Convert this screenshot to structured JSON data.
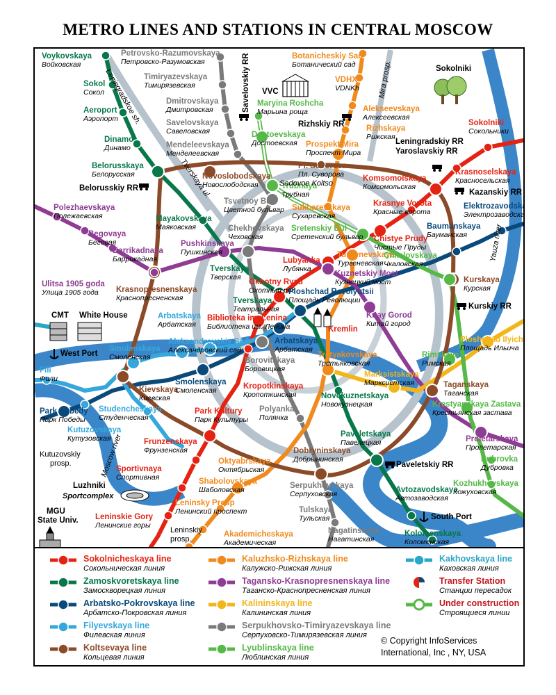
{
  "title": "METRO LINES AND STATIONS IN CENTRAL MOSCOW",
  "colors": {
    "sokolnicheskaya": "#e42313",
    "zamoskvoretskaya": "#08774a",
    "arbatsko_pokrovskaya": "#0a4a7a",
    "filyevskaya": "#35a7dc",
    "koltsevaya": "#8b4a28",
    "kaluzhsko_rizhskaya": "#f08a1d",
    "tagansko_krasnopresnenskaya": "#8e3c94",
    "kalininskaya": "#f2b51a",
    "serpukhovsko_timiryazevskaya": "#7a7a7a",
    "lyublinskaya": "#55b847",
    "kakhovskaya": "#2aa7c8",
    "river": "#3b86c9",
    "garden_ring": "#b6c2cc",
    "boulevard_ring": "#c8d0d8"
  },
  "stations": [
    {
      "en": "Voykovskaya",
      "ru": "Войковская",
      "line": "zamoskvoretskaya"
    },
    {
      "en": "Sokol",
      "ru": "Сокол",
      "line": "zamoskvoretskaya"
    },
    {
      "en": "Aeroport",
      "ru": "Аэропорт",
      "line": "zamoskvoretskaya"
    },
    {
      "en": "Dinamo",
      "ru": "Динамо",
      "line": "zamoskvoretskaya"
    },
    {
      "en": "Belorusskaya",
      "ru": "Белорусская",
      "line": "zamoskvoretskaya"
    },
    {
      "en": "Mayakovskaya",
      "ru": "Маяковская",
      "line": "zamoskvoretskaya"
    },
    {
      "en": "Tverskaya",
      "ru": "Тверская",
      "line": "zamoskvoretskaya"
    },
    {
      "en": "Tverskaya",
      "ru": "Театральная",
      "line": "zamoskvoretskaya"
    },
    {
      "en": "Novokuznetskaya",
      "ru": "Новокузнецкая",
      "line": "zamoskvoretskaya"
    },
    {
      "en": "Paveletskaya",
      "ru": "Павелецкая",
      "line": "zamoskvoretskaya"
    },
    {
      "en": "Avtozavodskaya",
      "ru": "Автозаводская",
      "line": "zamoskvoretskaya"
    },
    {
      "en": "Kolomenskaya",
      "ru": "Коломенская",
      "line": "zamoskvoretskaya"
    },
    {
      "en": "Petrovsko-Razumovskaya",
      "ru": "Петровско-Разумовская",
      "line": "serpukhovsko_timiryazevskaya"
    },
    {
      "en": "Timiryazevskaya",
      "ru": "Тимирязевская",
      "line": "serpukhovsko_timiryazevskaya"
    },
    {
      "en": "Dmitrovskaya",
      "ru": "Дмитровская",
      "line": "serpukhovsko_timiryazevskaya"
    },
    {
      "en": "Savelovskaya",
      "ru": "Савеловская",
      "line": "serpukhovsko_timiryazevskaya"
    },
    {
      "en": "Mendeleevskaya",
      "ru": "Менделеевская",
      "line": "serpukhovsko_timiryazevskaya"
    },
    {
      "en": "Tsvetnoy Bul",
      "ru": "Цветной бульвар",
      "line": "serpukhovsko_timiryazevskaya"
    },
    {
      "en": "Chekhovskaya",
      "ru": "Чеховская",
      "line": "serpukhovsko_timiryazevskaya"
    },
    {
      "en": "Borovitskaya",
      "ru": "Боровицкая",
      "line": "serpukhovsko_timiryazevskaya"
    },
    {
      "en": "Polyanka",
      "ru": "Полянка",
      "line": "serpukhovsko_timiryazevskaya"
    },
    {
      "en": "Serpukhovskaya",
      "ru": "Серпуховская",
      "line": "serpukhovsko_timiryazevskaya"
    },
    {
      "en": "Tulskaya",
      "ru": "Тульская",
      "line": "serpukhovsko_timiryazevskaya"
    },
    {
      "en": "Nagatinskaya",
      "ru": "Нагатинская",
      "line": "serpukhovsko_timiryazevskaya"
    },
    {
      "en": "Botanicheskiy Sad",
      "ru": "Ботанический сад",
      "line": "kaluzhsko_rizhskaya"
    },
    {
      "en": "VDHX",
      "ru": "VDNKh",
      "line": "kaluzhsko_rizhskaya"
    },
    {
      "en": "Alekseevskaya",
      "ru": "Алексеевская",
      "line": "kaluzhsko_rizhskaya"
    },
    {
      "en": "Rizhskaya",
      "ru": "Рижская",
      "line": "kaluzhsko_rizhskaya"
    },
    {
      "en": "Prospekt Mira",
      "ru": "Проспект Мира",
      "line": "kaluzhsko_rizhskaya"
    },
    {
      "en": "Sukharevskaya",
      "ru": "Сухаревская",
      "line": "kaluzhsko_rizhskaya"
    },
    {
      "en": "Turgenevskaya",
      "ru": "Тургеневская",
      "line": "kaluzhsko_rizhskaya"
    },
    {
      "en": "Tretyakovskaya",
      "ru": "Третьяковская",
      "line": "kaluzhsko_rizhskaya"
    },
    {
      "en": "Oktyabrskaya",
      "ru": "Октябрьская",
      "line": "kaluzhsko_rizhskaya"
    },
    {
      "en": "Shabolovskaya",
      "ru": "Шаболовская",
      "line": "kaluzhsko_rizhskaya"
    },
    {
      "en": "Leninsky Prosp",
      "ru": "Ленинский проспект",
      "line": "kaluzhsko_rizhskaya"
    },
    {
      "en": "Akademicheskaya",
      "ru": "Академическая",
      "line": "kaluzhsko_rizhskaya"
    },
    {
      "en": "Sokolniki",
      "ru": "Сокольники",
      "line": "sokolnicheskaya"
    },
    {
      "en": "Krasnoselskaya",
      "ru": "Красносельская",
      "line": "sokolnicheskaya"
    },
    {
      "en": "Komsomolskaya",
      "ru": "Комсомольская",
      "line": "sokolnicheskaya"
    },
    {
      "en": "Krasnye Vorota",
      "ru": "Красные ворота",
      "line": "sokolnicheskaya"
    },
    {
      "en": "Chistye Prudy",
      "ru": "Чистые Пруды",
      "line": "sokolnicheskaya"
    },
    {
      "en": "Lubyanka",
      "ru": "Лубянка",
      "line": "sokolnicheskaya"
    },
    {
      "en": "Okhotny Ryad",
      "ru": "Охотный ряд",
      "line": "sokolnicheskaya"
    },
    {
      "en": "Biblioteka im. Lenina",
      "ru": "Библиотека им. Ленина",
      "line": "sokolnicheskaya"
    },
    {
      "en": "Kropotkinskaya",
      "ru": "Кропоткинская",
      "line": "sokolnicheskaya"
    },
    {
      "en": "Park Kultury",
      "ru": "Парк Культуры",
      "line": "sokolnicheskaya"
    },
    {
      "en": "Frunzenskaya",
      "ru": "Фрунзенская",
      "line": "sokolnicheskaya"
    },
    {
      "en": "Sportivnaya",
      "ru": "Спортивная",
      "line": "sokolnicheskaya"
    },
    {
      "en": "Leninskie Gory",
      "ru": "Ленинские горы",
      "line": "sokolnicheskaya"
    },
    {
      "en": "Novoslobodskaya",
      "ru": "Новослободская",
      "line": "koltsevaya"
    },
    {
      "en": "Pl. Suvorova",
      "ru": "Пл. Суворова",
      "line": "koltsevaya"
    },
    {
      "en": "Kurskaya",
      "ru": "Курская",
      "line": "koltsevaya"
    },
    {
      "en": "Taganskaya",
      "ru": "Таганская",
      "line": "koltsevaya"
    },
    {
      "en": "Dobryninskaya",
      "ru": "Добрынинская",
      "line": "koltsevaya"
    },
    {
      "en": "Kievskaya",
      "ru": "Киевская",
      "line": "koltsevaya"
    },
    {
      "en": "Krasnopresnenskaya",
      "ru": "Краснопресненская",
      "line": "koltsevaya"
    },
    {
      "en": "Polezhaevskaya",
      "ru": "Полежаевская",
      "line": "tagansko_krasnopresnenskaya"
    },
    {
      "en": "Begovaya",
      "ru": "Беговая",
      "line": "tagansko_krasnopresnenskaya"
    },
    {
      "en": "Ulitsa 1905 goda",
      "ru": "Улица 1905 года",
      "line": "tagansko_krasnopresnenskaya"
    },
    {
      "en": "Barrikadnaya",
      "ru": "Баррикадная",
      "line": "tagansko_krasnopresnenskaya"
    },
    {
      "en": "Pushkinskaya",
      "ru": "Пушкинская",
      "line": "tagansko_krasnopresnenskaya"
    },
    {
      "en": "Kuznetskiy Most",
      "ru": "Кузнецкий мост",
      "line": "tagansko_krasnopresnenskaya"
    },
    {
      "en": "Kitay Gorod",
      "ru": "Китай город",
      "line": "tagansko_krasnopresnenskaya"
    },
    {
      "en": "Proletarskaya",
      "ru": "Пролетарская",
      "line": "tagansko_krasnopresnenskaya"
    },
    {
      "en": "Elektrozavodskaya",
      "ru": "Электрозаводская",
      "line": "arbatsko_pokrovskaya"
    },
    {
      "en": "Baumanskaya",
      "ru": "Бауманская",
      "line": "arbatsko_pokrovskaya"
    },
    {
      "en": "Ploshchad Revolyutsii",
      "ru": "Площадь Революции",
      "line": "arbatsko_pokrovskaya"
    },
    {
      "en": "Arbatskaya",
      "ru": "Арбатская",
      "line": "arbatsko_pokrovskaya"
    },
    {
      "en": "Smolenskaya",
      "ru": "Смоленская",
      "line": "arbatsko_pokrovskaya"
    },
    {
      "en": "Park Pobedy",
      "ru": "Парк Победы",
      "line": "arbatsko_pokrovskaya"
    },
    {
      "en": "Fili",
      "ru": "Фили",
      "line": "filyevskaya"
    },
    {
      "en": "Kutuzovskaya",
      "ru": "Кутузовская",
      "line": "filyevskaya"
    },
    {
      "en": "Studencheskaya",
      "ru": "Студенческая",
      "line": "filyevskaya"
    },
    {
      "en": "Smolenskaya",
      "ru": "Смоленская",
      "line": "filyevskaya"
    },
    {
      "en": "Arbatskaya",
      "ru": "Арбатская",
      "line": "filyevskaya"
    },
    {
      "en": "Aleksandrovskiy Sad",
      "ru": "Александровский сад",
      "line": "filyevskaya"
    },
    {
      "en": "Marksistskaya",
      "ru": "Марксистская",
      "line": "kalininskaya"
    },
    {
      "en": "Ploshchad Ilyicha",
      "ru": "Площадь Ильича",
      "line": "kalininskaya"
    },
    {
      "en": "Rimskaya",
      "ru": "Римская",
      "line": "lyublinskaya"
    },
    {
      "en": "Chkalovskaya",
      "ru": "Чкаловская",
      "line": "lyublinskaya"
    },
    {
      "en": "Sretenskiy Bul",
      "ru": "Сретенский бульвар",
      "line": "lyublinskaya"
    },
    {
      "en": "Trubnaya",
      "ru": "Трубная",
      "line": "lyublinskaya"
    },
    {
      "en": "Dostoevskaya",
      "ru": "Достоевская",
      "line": "lyublinskaya"
    },
    {
      "en": "Maryina Roshcha",
      "ru": "Марьина роща",
      "line": "lyublinskaya"
    },
    {
      "en": "Krestyanskaya Zastava",
      "ru": "Крестьянская застава",
      "line": "lyublinskaya"
    },
    {
      "en": "Dubrovka",
      "ru": "Дубровка",
      "line": "lyublinskaya"
    },
    {
      "en": "Kozhukhovskaya",
      "ru": "Кожуховская",
      "line": "lyublinskaya"
    }
  ],
  "landmarks": {
    "vvc": "VVC",
    "sokolniki": "Sokolniki",
    "rizhskiy_rr": "Rizhskiy RR",
    "savelovskiy_rr": "Savelovskiy RR",
    "leningradskiy_rr": "Leningradskiy RR",
    "yaroslavskiy_rr": "Yaroslavskiy RR",
    "kazanskiy_rr": "Kazanskiy RR",
    "belorusskiy_rr": "Belorusskiy RR",
    "kurskiy_rr": "Kurskiy RR",
    "paveletskiy_rr": "Paveletskiy RR",
    "cmt": "CMT",
    "white_house": "White House",
    "west_port": "West Port",
    "south_port": "South Port",
    "kremlin": "Kremlin",
    "luzhniki": "Luzhniki",
    "sportcomplex": "Sportcomplex",
    "mgu": "MGU",
    "state_univ": "State Univ.",
    "sadovoe_koltso": "Sadovoe Koltso",
    "kutuzovskiy_prosp_1": "Kutuzovskiy",
    "kutuzovskiy_prosp_2": "prosp.",
    "leninskiy_prosp_1": "Leninskiy",
    "leninskiy_prosp_2": "prosp."
  },
  "roads": {
    "leningradskoe": "Leningradskoe sh.",
    "tverskaya": "Tverskaya ul.",
    "mira": "Mira prosp.",
    "moscow_river": "Moscow river",
    "yauza": "Yauza river"
  },
  "legend": [
    {
      "en": "Sokolnicheskaya line",
      "ru": "Сокольническая линия",
      "color": "#e42313",
      "kind": "line"
    },
    {
      "en": "Zamoskvoretskaya line",
      "ru": "Замоскворецкая линия",
      "color": "#08774a",
      "kind": "line"
    },
    {
      "en": "Arbatsko-Pokrovskaya line",
      "ru": "Арбатско-Покровская линия",
      "color": "#0a4a7a",
      "kind": "line"
    },
    {
      "en": "Filyevskaya line",
      "ru": "Филевская линия",
      "color": "#35a7dc",
      "kind": "line"
    },
    {
      "en": "Koltsevaya line",
      "ru": "Кольцевая линия",
      "color": "#8b4a28",
      "kind": "line"
    },
    {
      "en": "Kaluzhsko-Rizhskaya line",
      "ru": "Калужско-Рижская линия",
      "color": "#f08a1d",
      "kind": "line"
    },
    {
      "en": "Tagansko-Krasnopresnenskaya line",
      "ru": "Таганско-Краснопресненская линия",
      "color": "#8e3c94",
      "kind": "line"
    },
    {
      "en": "Kalininskaya line",
      "ru": "Калининская линия",
      "color": "#f2b51a",
      "kind": "line"
    },
    {
      "en": "Serpukhovsko-Timiryazevskaya line",
      "ru": "Серпуховско-Тимирязевская линия",
      "color": "#7a7a7a",
      "kind": "line"
    },
    {
      "en": "Lyublinskaya line",
      "ru": "Люблинская линия",
      "color": "#55b847",
      "kind": "line"
    },
    {
      "en": "Kakhovskaya line",
      "ru": "Каховская линия",
      "color": "#2aa7c8",
      "kind": "line"
    },
    {
      "en": "Transfer Station",
      "ru": "Станции пересадок",
      "color": "#000000",
      "kind": "transfer"
    },
    {
      "en": "Under construction",
      "ru": "Строящиеся линии",
      "color": "#55b847",
      "kind": "construction"
    }
  ],
  "copyright": {
    "line1": "© Copyright InfoServices",
    "line2": "International, Inc , NY, USA"
  }
}
